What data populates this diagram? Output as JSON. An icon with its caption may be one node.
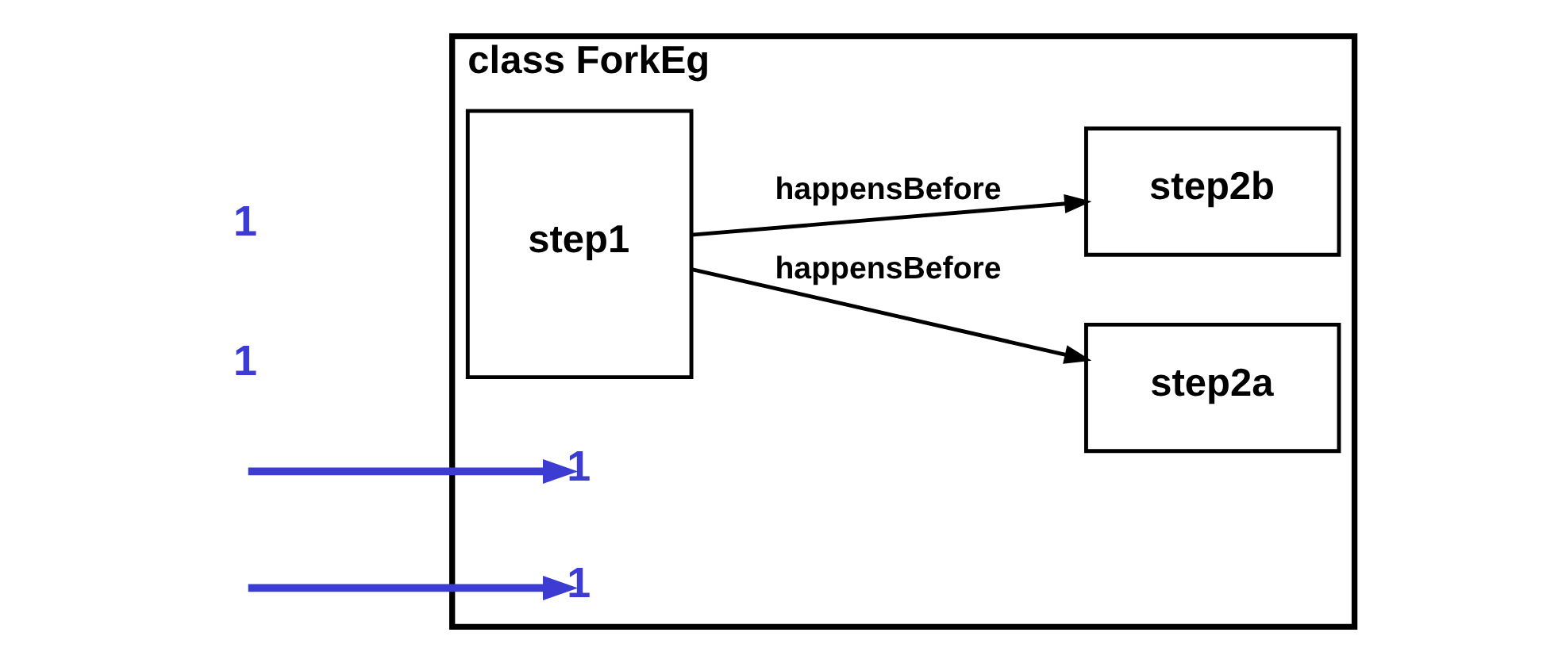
{
  "diagram": {
    "nodes": [
      {
        "text": [
          "class ForkEg"
        ]
      },
      {
        "text": [
          "step1"
        ],
        "in": 0
      },
      {
        "text": [
          "step2a"
        ],
        "in": 0
      },
      {
        "text": [
          "step2b"
        ],
        "in": 0
      },
      {
        "text": [
          "1"
        ],
        "in": 0
      },
      {
        "text": [
          "1"
        ],
        "in": 0
      }
    ],
    "edges": [
      {
        "from": 1,
        "to": 2,
        "arrow": "to",
        "label": "happensBefore"
      },
      {
        "from": 1,
        "to": 3,
        "arrow": "to",
        "label": "happensBefore"
      },
      {
        "from": null,
        "to": 4,
        "arrow": "to",
        "style": "thick",
        "color": "#3c3cd2"
      },
      {
        "from": null,
        "to": 5,
        "arrow": "to",
        "style": "thick",
        "color": "#3c3cd2"
      }
    ],
    "labels": [
      "1",
      "1"
    ]
  }
}
